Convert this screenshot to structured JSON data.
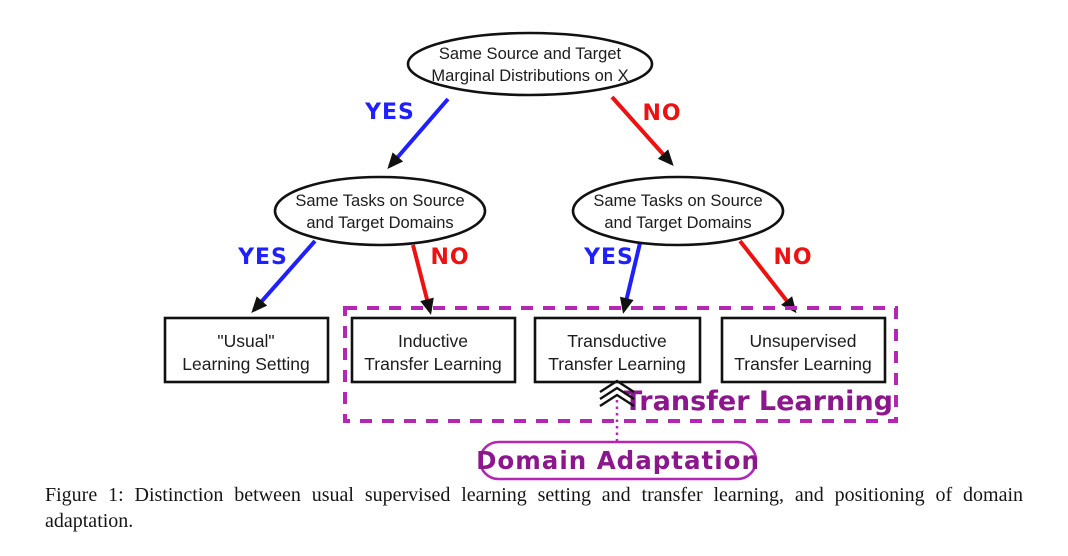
{
  "figure": {
    "nodes": {
      "root": {
        "line1": "Same Source and Target",
        "line2": "Marginal Distributions on X"
      },
      "left": {
        "line1": "Same Tasks on Source",
        "line2": "and Target Domains"
      },
      "right": {
        "line1": "Same Tasks on Source",
        "line2": "and Target Domains"
      }
    },
    "leaves": [
      {
        "line1": "\"Usual\"",
        "line2": "Learning Setting"
      },
      {
        "line1": "Inductive",
        "line2": "Transfer Learning"
      },
      {
        "line1": "Transductive",
        "line2": "Transfer Learning"
      },
      {
        "line1": "Unsupervised",
        "line2": "Transfer Learning"
      }
    ],
    "edge_labels": {
      "yes": "YES",
      "no": "NO"
    },
    "group_label": "Transfer Learning",
    "callout_label": "Domain Adaptation",
    "colors": {
      "yes_blue": "#1f1fff",
      "no_red": "#ee1111",
      "magenta_border": "#b427b4",
      "magenta_text": "#8c178c",
      "shape_stroke": "#111111"
    }
  },
  "caption": {
    "line1": "Figure 1: Distinction between usual supervised learning setting and transfer learning, and positioning of domain",
    "line2": "adaptation."
  }
}
